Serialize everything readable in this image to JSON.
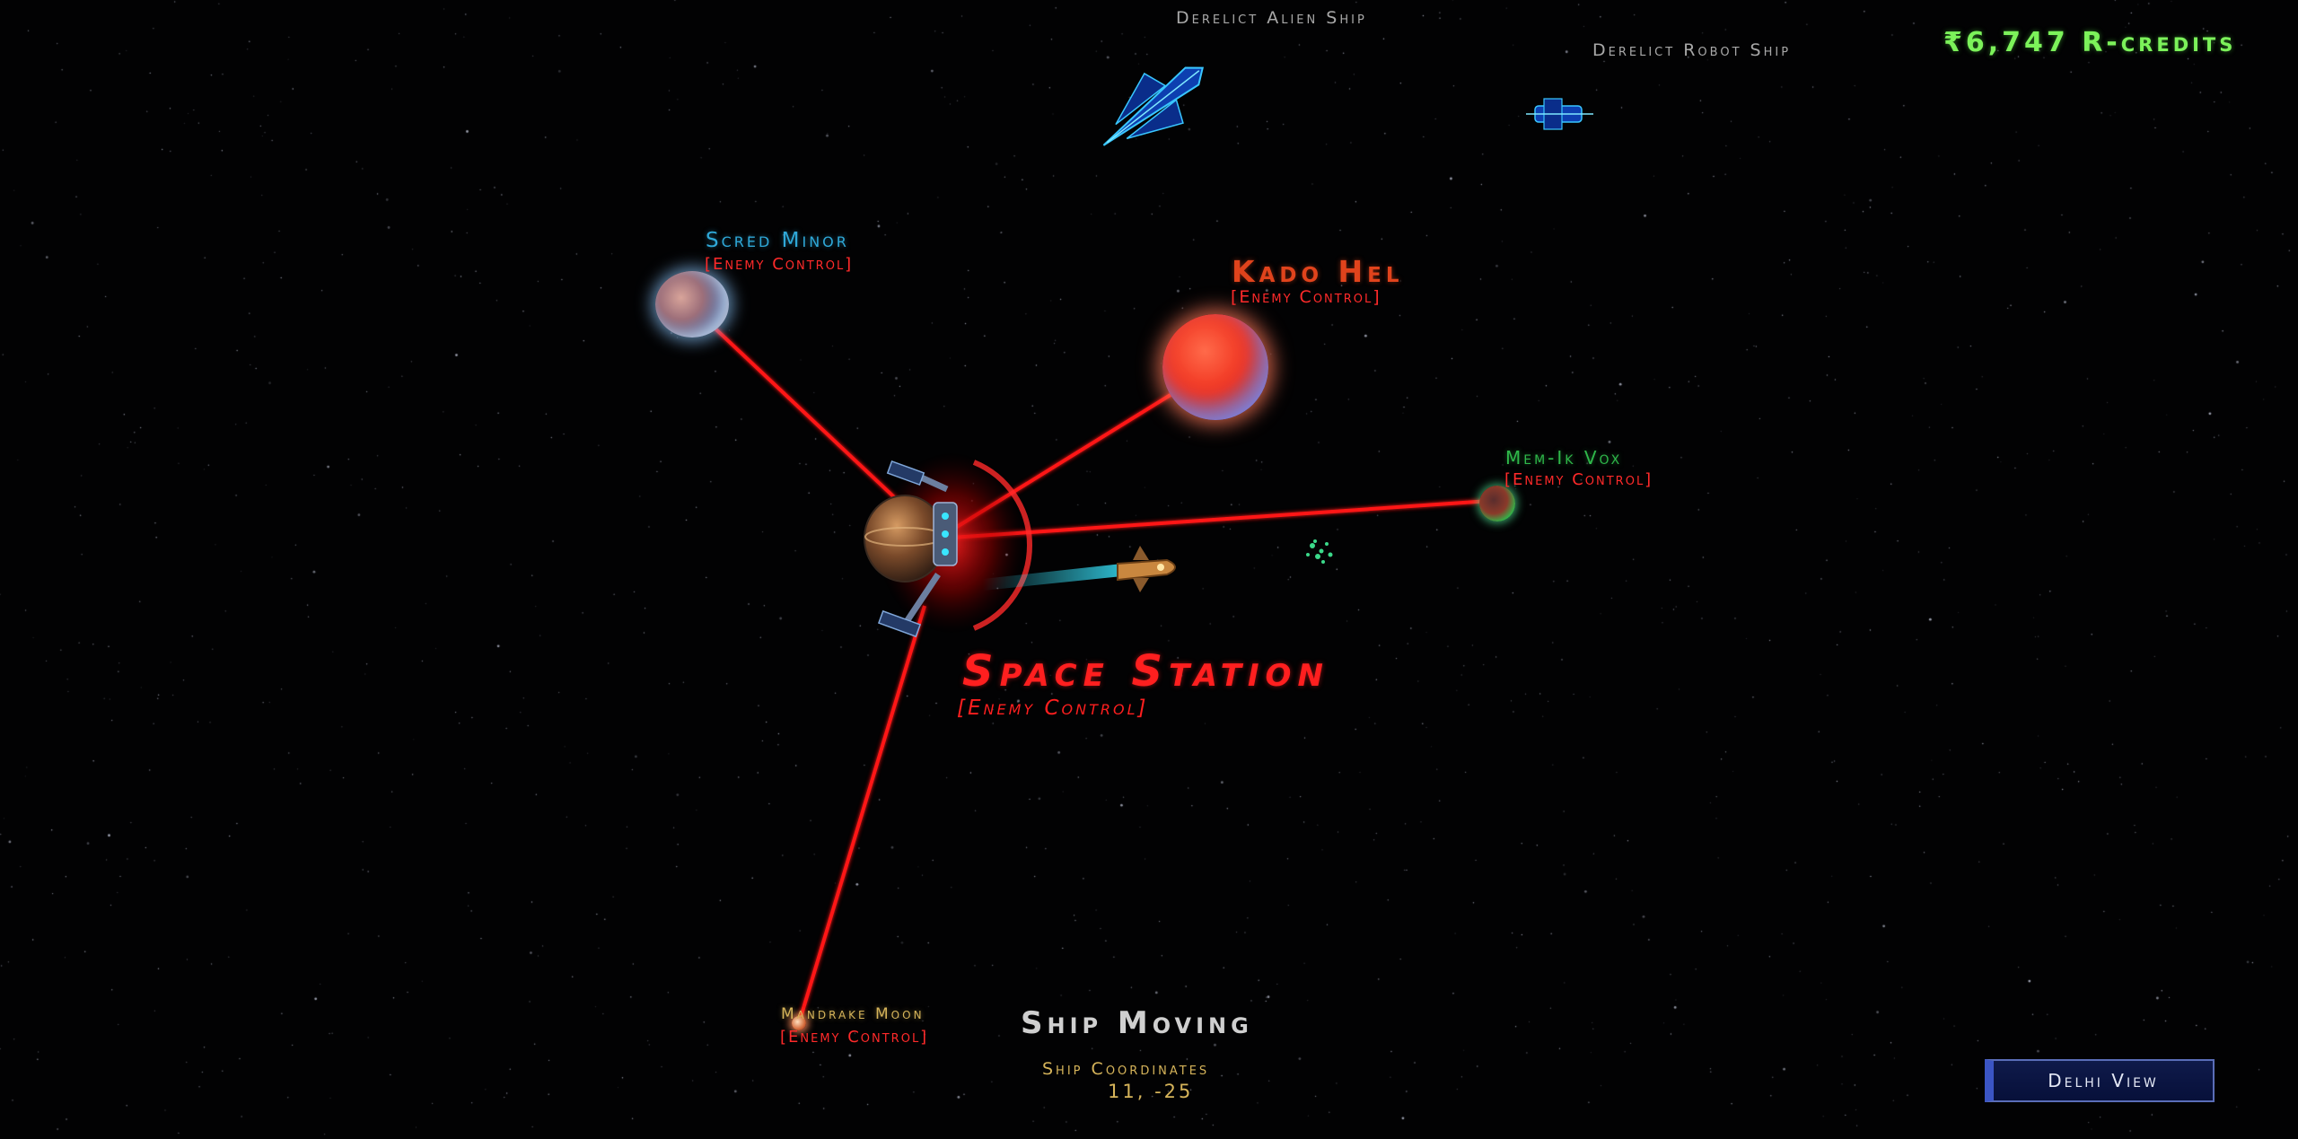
{
  "hud": {
    "credits": "₹6,747 R-credits",
    "view_button": "Delhi View",
    "ship_status": "Ship Moving",
    "coords_label": "Ship Coordinates",
    "coords_value": "11, -25"
  },
  "derelicts": [
    {
      "name": "Derelict Alien Ship"
    },
    {
      "name": "Derelict Robot Ship"
    }
  ],
  "locations": [
    {
      "name": "Scred Minor",
      "status": "[Enemy Control]",
      "name_color": "#2fa8d8",
      "status_color": "#ff2a2a"
    },
    {
      "name": "Kado Hel",
      "status": "[Enemy Control]",
      "name_color": "#e0431c",
      "status_color": "#ff2a2a"
    },
    {
      "name": "Mem-Ik Vox",
      "status": "[Enemy Control]",
      "name_color": "#2fb84a",
      "status_color": "#ff2a2a"
    },
    {
      "name": "Space Station",
      "status": "[Enemy Control]",
      "name_color": "#ff1f1f",
      "status_color": "#ff1f1f"
    },
    {
      "name": "Mandrake Moon",
      "status": "[Enemy Control]",
      "name_color": "#d6b45a",
      "status_color": "#ff2a2a"
    }
  ],
  "colors": {
    "enemy_link": "#ff1414",
    "credits": "#7cf25a",
    "ship_trail": "#39e6ff"
  },
  "icons": {
    "station": "space-station-icon",
    "player_ship": "player-ship-icon",
    "alien_derelict": "alien-ship-icon",
    "robot_derelict": "robot-ship-icon",
    "asteroids": "asteroid-cluster-icon"
  }
}
